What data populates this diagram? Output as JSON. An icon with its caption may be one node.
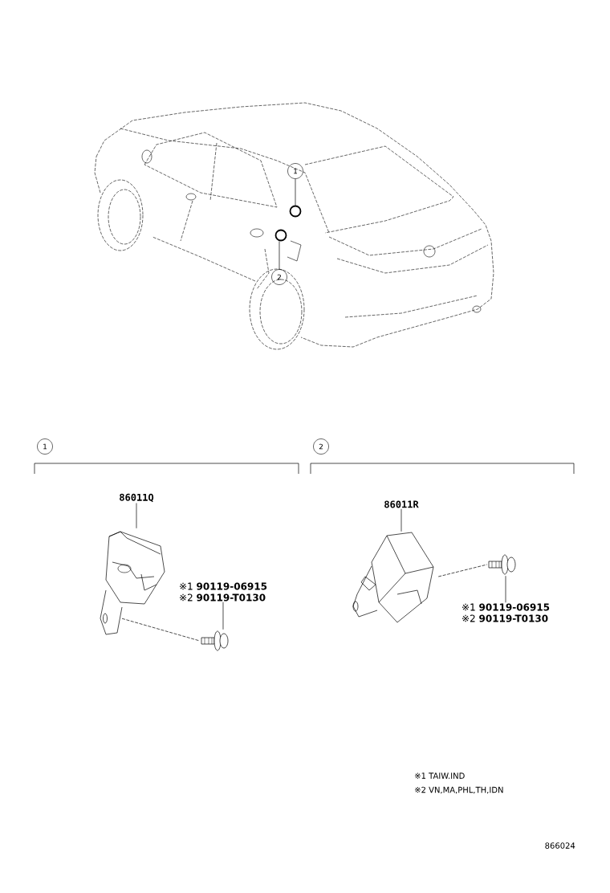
{
  "diagram": {
    "nodes": [
      {
        "text": [
          "1"
        ]
      },
      {
        "text": [],
        "shape": "circle"
      },
      {
        "text": [
          "2"
        ]
      },
      {
        "text": [],
        "shape": "circle"
      },
      {
        "text": [
          "1"
        ]
      },
      {
        "text": [
          "2"
        ]
      },
      {
        "text": [
          "86011Q"
        ]
      },
      {
        "text": [],
        "shape": "picture"
      },
      {
        "text": [
          "※1 **90119-06915**",
          "※2 **90119-T0130**"
        ]
      },
      {
        "text": [],
        "shape": "picture"
      },
      {
        "text": [
          "86011R"
        ]
      },
      {
        "text": [],
        "shape": "picture"
      },
      {
        "text": [
          "※1 **90119-06915**",
          "※2 **90119-T0130**"
        ]
      },
      {
        "text": [],
        "shape": "picture"
      }
    ],
    "edges": [
      {
        "from": 0,
        "to": 1,
        "arrow": "none"
      },
      {
        "from": 2,
        "to": 3,
        "arrow": "none"
      },
      {
        "from": 6,
        "to": 7,
        "arrow": "none"
      },
      {
        "from": 8,
        "to": 9,
        "arrow": "none"
      },
      {
        "from": 7,
        "to": 9,
        "arrow": "none",
        "style": "dashed"
      },
      {
        "from": 10,
        "to": 11,
        "arrow": "none"
      },
      {
        "from": 12,
        "to": 13,
        "arrow": "none"
      },
      {
        "from": 11,
        "to": 13,
        "arrow": "none",
        "style": "dashed"
      }
    ],
    "labels": [
      "※1 TAIW.IND",
      "※2 VN,MA,PHL,TH,IDN",
      "866024"
    ]
  }
}
